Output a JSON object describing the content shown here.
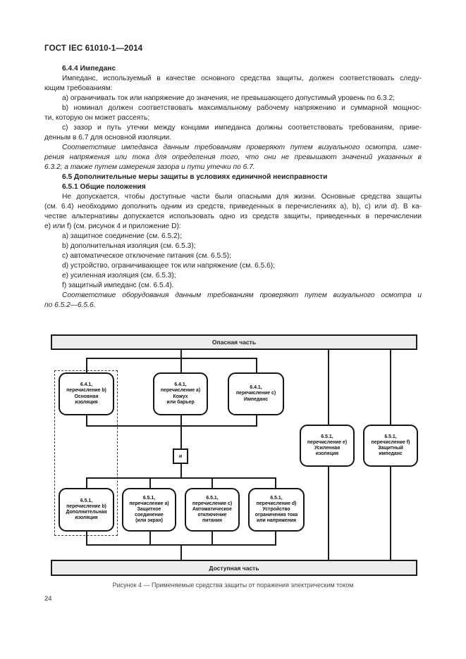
{
  "page": {
    "header": "ГОСТ IEC 61010-1—2014",
    "page_number": "24"
  },
  "body": {
    "lines": [
      "6.4.4 Импеданс",
      "Импеданс, используемый в качестве основного средства защиты, должен соответствовать следу-",
      "ющим требованиям:",
      "a) ограничивать ток или напряжение до значения, не превышающего допустимый уровень по 6.3.2;",
      "b) номинал должен соответствовать максимальному рабочему напряжению и суммарной мощнос-",
      "ти, которую он может рассеять;",
      "c) зазор и путь утечки между концами импеданса должны соответствовать требованиям, приве-",
      "денным в 6.7 для основной изоляции.",
      "Соответствие импеданса данным требованиям проверяют путем визуального осмотра, изме-",
      "рения напряжения или тока для определения того, что они не превышают значений указанных в",
      "6.3.2, а также путем измерения зазора и пути утечки по 6.7.",
      "6.5 Дополнительные меры защиты в условиях единичной неисправности",
      "6.5.1 Общие положения",
      "Не допускается, чтобы доступные части были опасными для жизни. Основные средства защиты",
      "(см. 6.4) необходимо дополнить одним из средств, приведенных в перечислениях a), b), c) или d). В ка-",
      "честве альтернативы допускается использовать одно из средств защиты, приведенных в перечислении",
      "e) или f) (см. рисунок 4 и приложение D):",
      "a) защитное соединение (см. 6.5.2);",
      "b) дополнительная изоляция (см. 6.5.3);",
      "c) автоматическое отключение питания (см. 6.5.5);",
      "d) устройство, ограничивающее ток или напряжение (см. 6.5.6);",
      "e) усиленная изоляция (см. 6.5.3);",
      "f) защитный импеданс (см. 6.5.4).",
      "Соответствие оборудования данным требованиям проверяют путем визуального осмотра и",
      "по 6.5.2—6.5.6."
    ]
  },
  "figure": {
    "caption": "Рисунок 4 — Применяемые средства защиты от поражения электрическим током",
    "top_bar": "Опасная часть",
    "bottom_bar": "Доступная часть",
    "and_connector": "и",
    "colors": {
      "bar_fill": "#ededed",
      "line": "#1b1b1b"
    },
    "boxes": {
      "basic_insulation": {
        "ref": "6.4.1,",
        "item": "перечисление b)",
        "name": "Основная\nизоляция"
      },
      "enclosure": {
        "ref": "6.4.1,",
        "item": "перечисление a)",
        "name": "Кожух\nили барьер"
      },
      "impedance": {
        "ref": "6.4.1,",
        "item": "перечисление c)",
        "name": "Импеданс"
      },
      "reinforced_insulation": {
        "ref": "6.5.1,",
        "item": "перечисление e)",
        "name": "Усиленная\nизоляция"
      },
      "protective_impedance": {
        "ref": "6.5.1,",
        "item": "перечисление f)",
        "name": "Защитный\nимпеданс"
      },
      "supplementary_insulation": {
        "ref": "6.5.1,",
        "item": "перечисление b)",
        "name": "Дополнительная\nизоляция"
      },
      "protective_bonding": {
        "ref": "6.5.1,",
        "item": "перечисление a)",
        "name": "Защитное\nсоединение\n(или экран)"
      },
      "automatic_disconnection": {
        "ref": "6.5.1,",
        "item": "перечисление c)",
        "name": "Автоматическое\nотключение\nпитания"
      },
      "limiting_device": {
        "ref": "6.5.1,",
        "item": "перечисление d)",
        "name": "Устройство\nограничения тока\nили напряжения"
      }
    }
  }
}
